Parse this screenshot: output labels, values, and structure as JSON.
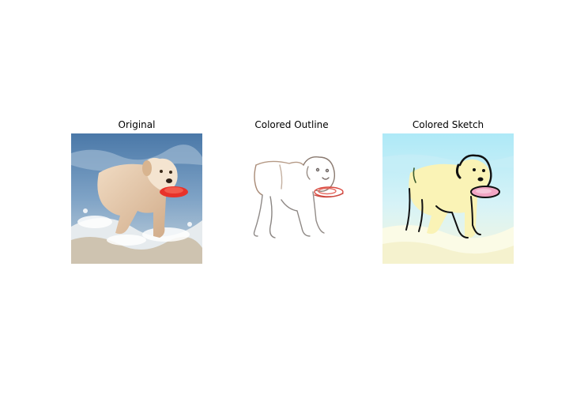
{
  "figure": {
    "panels": [
      {
        "title": "Original"
      },
      {
        "title": "Colored Outline"
      },
      {
        "title": "Colored Sketch"
      }
    ]
  }
}
